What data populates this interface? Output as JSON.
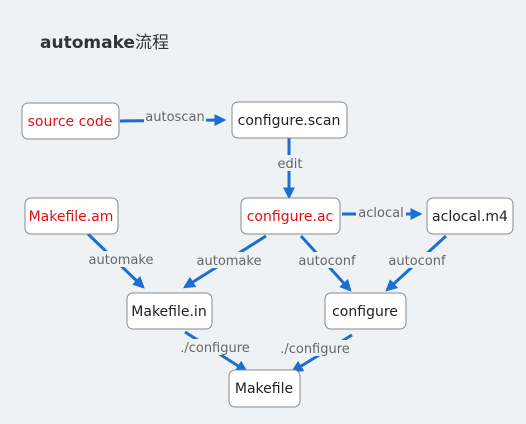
{
  "title": {
    "bold": "automake",
    "rest": "流程"
  },
  "colors": {
    "edge": "#1a6fd1",
    "label": "#666666",
    "node_text": "#222222",
    "highlight_text": "#dd1111",
    "background": "#eef2f5"
  },
  "nodes": {
    "source_code": "source code",
    "configure_scan": "configure.scan",
    "makefile_am": "Makefile.am",
    "configure_ac": "configure.ac",
    "aclocal_m4": "aclocal.m4",
    "makefile_in": "Makefile.in",
    "configure": "configure",
    "makefile": "Makefile"
  },
  "edges": {
    "autoscan": "autoscan",
    "edit": "edit",
    "aclocal": "aclocal",
    "automake_left": "automake",
    "automake_right": "automake",
    "autoconf_left": "autoconf",
    "autoconf_right": "autoconf",
    "configure_left": "./configure",
    "configure_right": "./configure"
  }
}
